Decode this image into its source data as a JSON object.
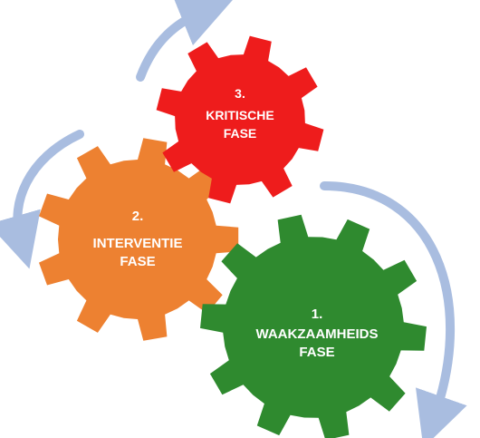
{
  "colors": {
    "arrow": "#a9bde0",
    "background": "#ffffff"
  },
  "gears": [
    {
      "id": "gear-3",
      "color": "#ee1c1c",
      "number_label": "3.",
      "name_lines": [
        "KRITISCHE",
        "FASE"
      ]
    },
    {
      "id": "gear-2",
      "color": "#ed8131",
      "number_label": "2.",
      "name_lines": [
        "INTERVENTIE",
        "FASE"
      ]
    },
    {
      "id": "gear-1",
      "color": "#2f8a2f",
      "number_label": "1.",
      "name_lines": [
        "WAAKZAAMHEIDS",
        "FASE"
      ]
    }
  ],
  "arrows": [
    {
      "id": "arrow-1-to-3",
      "icon": "curved-arrow-up-icon"
    },
    {
      "id": "arrow-3-to-2",
      "icon": "curved-arrow-up-icon"
    },
    {
      "id": "arrow-2-to-1",
      "icon": "curved-arrow-down-icon"
    }
  ]
}
